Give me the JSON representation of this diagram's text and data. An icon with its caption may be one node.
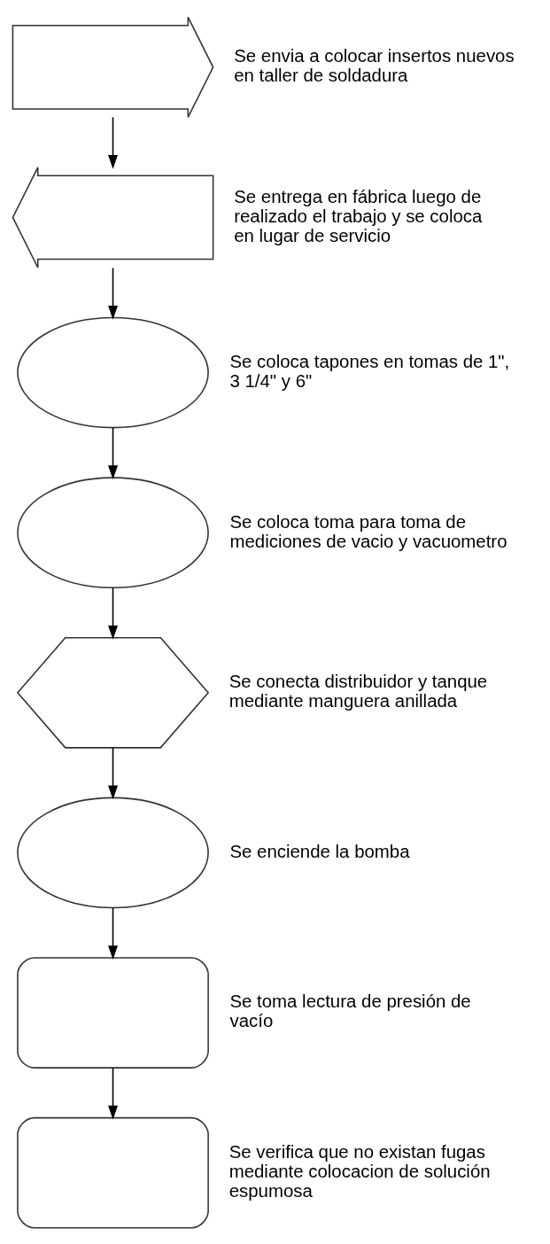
{
  "diagram": {
    "nodes": [
      {
        "text": [],
        "shape": "right-arrow",
        "beside": [
          "Se envia a colocar insertos nuevos en taller de soldadura"
        ]
      },
      {
        "text": [],
        "shape": "left-arrow",
        "beside": [
          "Se entrega en fábrica luego de realizado el trabajo y se coloca en lugar de servicio"
        ]
      },
      {
        "text": [],
        "shape": "ellipse",
        "beside": [
          "Se coloca tapones en tomas de 1\", 3 1/4\" y 6\""
        ]
      },
      {
        "text": [],
        "shape": "ellipse",
        "beside": [
          "Se coloca toma para toma de mediciones de vacio y vacuometro"
        ]
      },
      {
        "text": [],
        "shape": "hexagon",
        "beside": [
          "Se conecta distribuidor y tanque mediante manguera anillada"
        ]
      },
      {
        "text": [],
        "shape": "ellipse",
        "beside": [
          "Se enciende la bomba"
        ]
      },
      {
        "text": [],
        "shape": "box",
        "beside": [
          "Se toma lectura de presión de vacío"
        ]
      },
      {
        "text": [],
        "shape": "box",
        "beside": [
          "Se verifica que no existan fugas mediante colocacion de solución espumosa"
        ]
      }
    ],
    "edges": [
      {
        "from": 0,
        "to": 1,
        "arrow": "to"
      },
      {
        "from": 1,
        "to": 2,
        "arrow": "to"
      },
      {
        "from": 2,
        "to": 3,
        "arrow": "to"
      },
      {
        "from": 3,
        "to": 4,
        "arrow": "to"
      },
      {
        "from": 4,
        "to": 5,
        "arrow": "to"
      },
      {
        "from": 5,
        "to": 6,
        "arrow": "to"
      },
      {
        "from": 6,
        "to": 7,
        "arrow": "to"
      }
    ]
  }
}
